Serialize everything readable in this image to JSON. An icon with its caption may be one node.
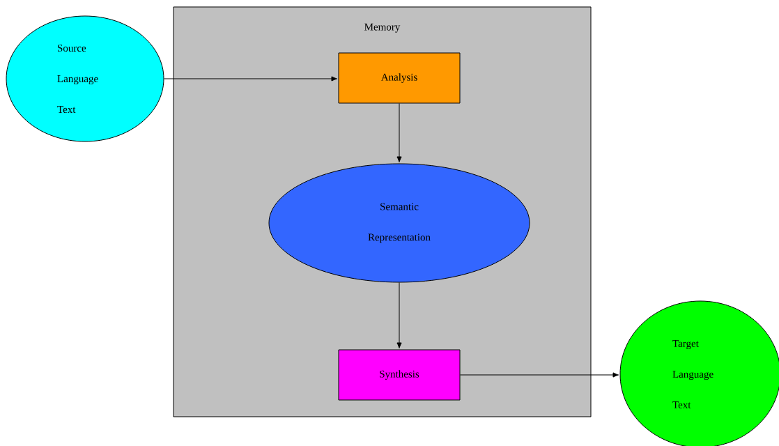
{
  "diagram": {
    "nodes": [
      {
        "text": [
          "Memory"
        ]
      },
      {
        "text": [
          "Source Language Text"
        ]
      },
      {
        "text": [
          "Analysis"
        ],
        "in": 0
      },
      {
        "text": [
          "Semantic Representation"
        ],
        "in": 0
      },
      {
        "text": [
          "Synthesis"
        ],
        "in": 0
      },
      {
        "text": [
          "Target Language Text"
        ]
      }
    ],
    "edges": [
      {
        "from": 1,
        "to": 2,
        "arrow": "to"
      },
      {
        "from": 2,
        "to": 3,
        "arrow": "to"
      },
      {
        "from": 3,
        "to": 4,
        "arrow": "to"
      },
      {
        "from": 4,
        "to": 5,
        "arrow": "to"
      }
    ]
  }
}
